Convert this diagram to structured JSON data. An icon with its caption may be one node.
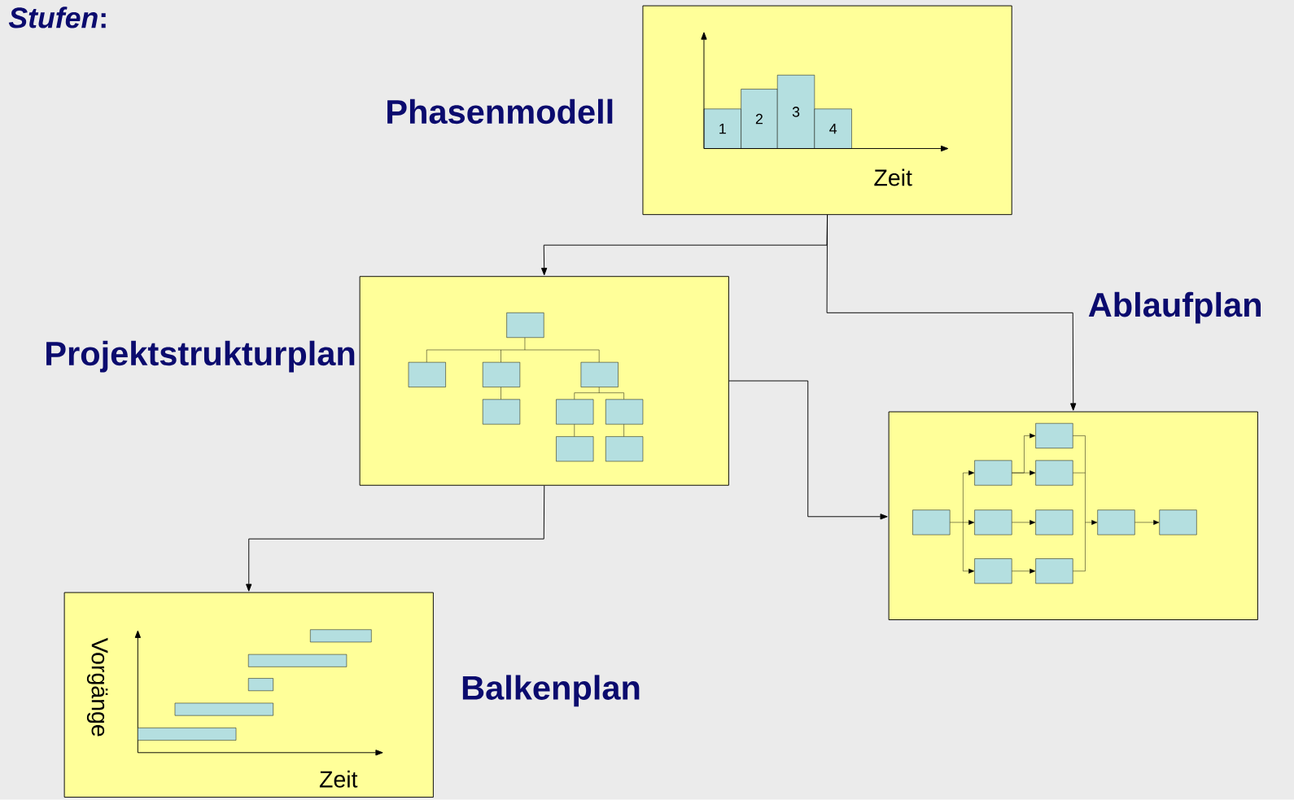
{
  "diagram": {
    "title": "*Stufen*:",
    "nodes": [
      {
        "text": [
          "Phasenmodell"
        ]
      },
      {
        "text": [
          "1"
        ],
        "in": 0
      },
      {
        "text": [
          "2"
        ],
        "in": 0
      },
      {
        "text": [
          "3"
        ],
        "in": 0
      },
      {
        "text": [
          "4"
        ],
        "in": 0
      },
      {
        "text": [
          "Projektstrukturplan"
        ]
      },
      {
        "text": [
          "Ablaufplan"
        ]
      },
      {
        "text": [
          "Balkenplan"
        ]
      }
    ],
    "edges": [
      {
        "from": 0,
        "to": 5,
        "arrow": "to"
      },
      {
        "from": 0,
        "to": 6,
        "arrow": "to"
      },
      {
        "from": 5,
        "to": 6,
        "arrow": "to"
      },
      {
        "from": 5,
        "to": 7,
        "arrow": "to"
      }
    ],
    "labels": [
      "Zeit",
      "Vorgänge",
      "Zeit"
    ]
  }
}
